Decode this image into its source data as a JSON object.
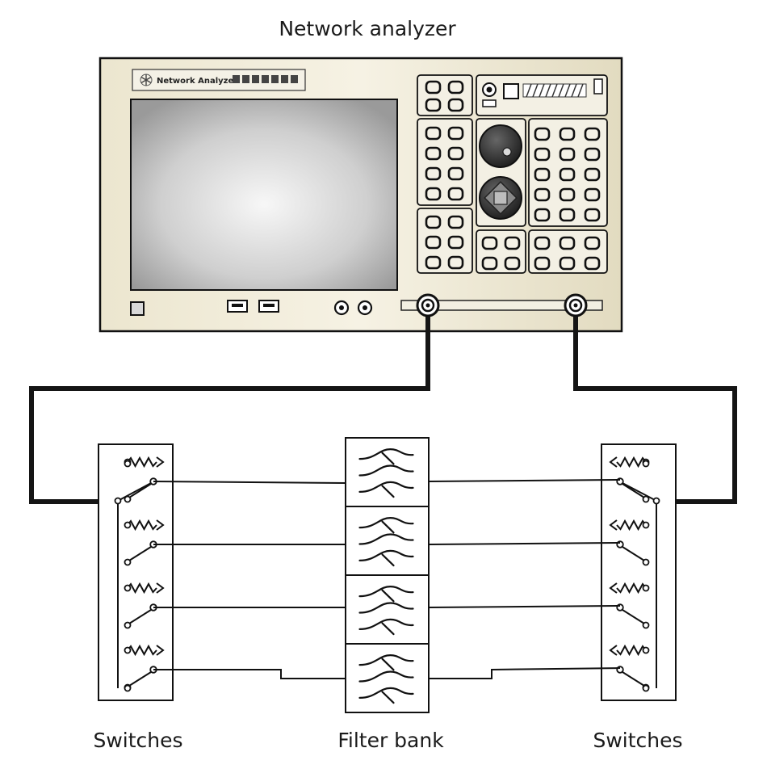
{
  "title": "Network analyzer",
  "instrument": {
    "brand_label": "Network Analyzer",
    "brand_logo_icon": "pinwheel-logo-icon"
  },
  "labels": {
    "left_switches": "Switches",
    "filter_bank": "Filter bank",
    "right_switches": "Switches"
  },
  "filter_bank": {
    "filter_count": 4
  },
  "switches": {
    "throws_per_bank": 4
  },
  "colors": {
    "panel_fill": "#e6e0c8",
    "outline": "#111111",
    "screen_center": "#f4f4f4",
    "screen_edge": "#9a9a9a",
    "cable": "#151515"
  }
}
